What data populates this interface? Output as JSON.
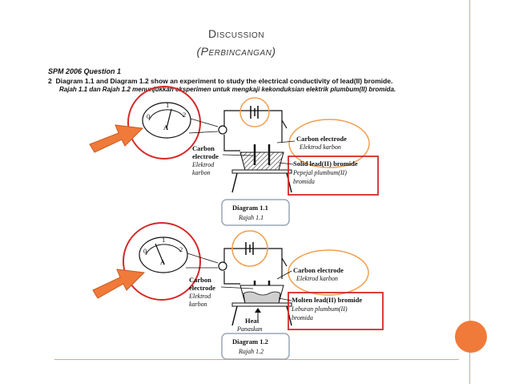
{
  "slide": {
    "title_line1": "Discussion",
    "title_line2": "(Perbincangan)"
  },
  "question": {
    "header": "SPM 2006 Question 1",
    "number": "2",
    "text_en": "Diagram 1.1 and Diagram 1.2 show an experiment to study the electrical conductivity of lead(II) bromide.",
    "text_ms": "Rajah 1.1 dan Rajah 1.2 menunjukkan eksperimen untuk mengkaji kekonduksian elektrik plumbum(II) bromida."
  },
  "diagram1": {
    "carbon_electrode_right_en": "Carbon electrode",
    "carbon_electrode_right_ms": "Elektrod karbon",
    "carbon_electrode_left_1": "Carbon",
    "carbon_electrode_left_2": "electrode",
    "carbon_electrode_left_ms1": "Elektrod",
    "carbon_electrode_left_ms2": "karbon",
    "substance_en": "Solid lead(II) bromide",
    "substance_ms1": "Pepejal plumbum(II)",
    "substance_ms2": "bromida",
    "caption_en": "Diagram 1.1",
    "caption_ms": "Rajah 1.1",
    "ammeter_letter": "A",
    "scale_0": "0",
    "scale_1": "1",
    "scale_2": "2"
  },
  "diagram2": {
    "carbon_electrode_right_en": "Carbon electrode",
    "carbon_electrode_right_ms": "Elektrod karbon",
    "carbon_electrode_left_1": "Carbon",
    "carbon_electrode_left_2": "electrode",
    "carbon_electrode_left_ms1": "Elektrod",
    "carbon_electrode_left_ms2": "karbon",
    "substance_en": "Molten lead(II) bromide",
    "substance_ms1": "Leburan plumbum(II)",
    "substance_ms2": "bromida",
    "heat_en": "Heat",
    "heat_ms": "Panaskan",
    "caption_en": "Diagram 1.2",
    "caption_ms": "Rajah 1.2",
    "ammeter_letter": "A",
    "scale_0": "0",
    "scale_1": "1",
    "scale_2": "2"
  },
  "colors": {
    "accent_orange": "#f07a3a",
    "frame_line": "#e8a36d",
    "highlight_red": "#d62828",
    "highlight_circle_orange": "#f0a050",
    "caption_box": "#9aa7b5"
  }
}
